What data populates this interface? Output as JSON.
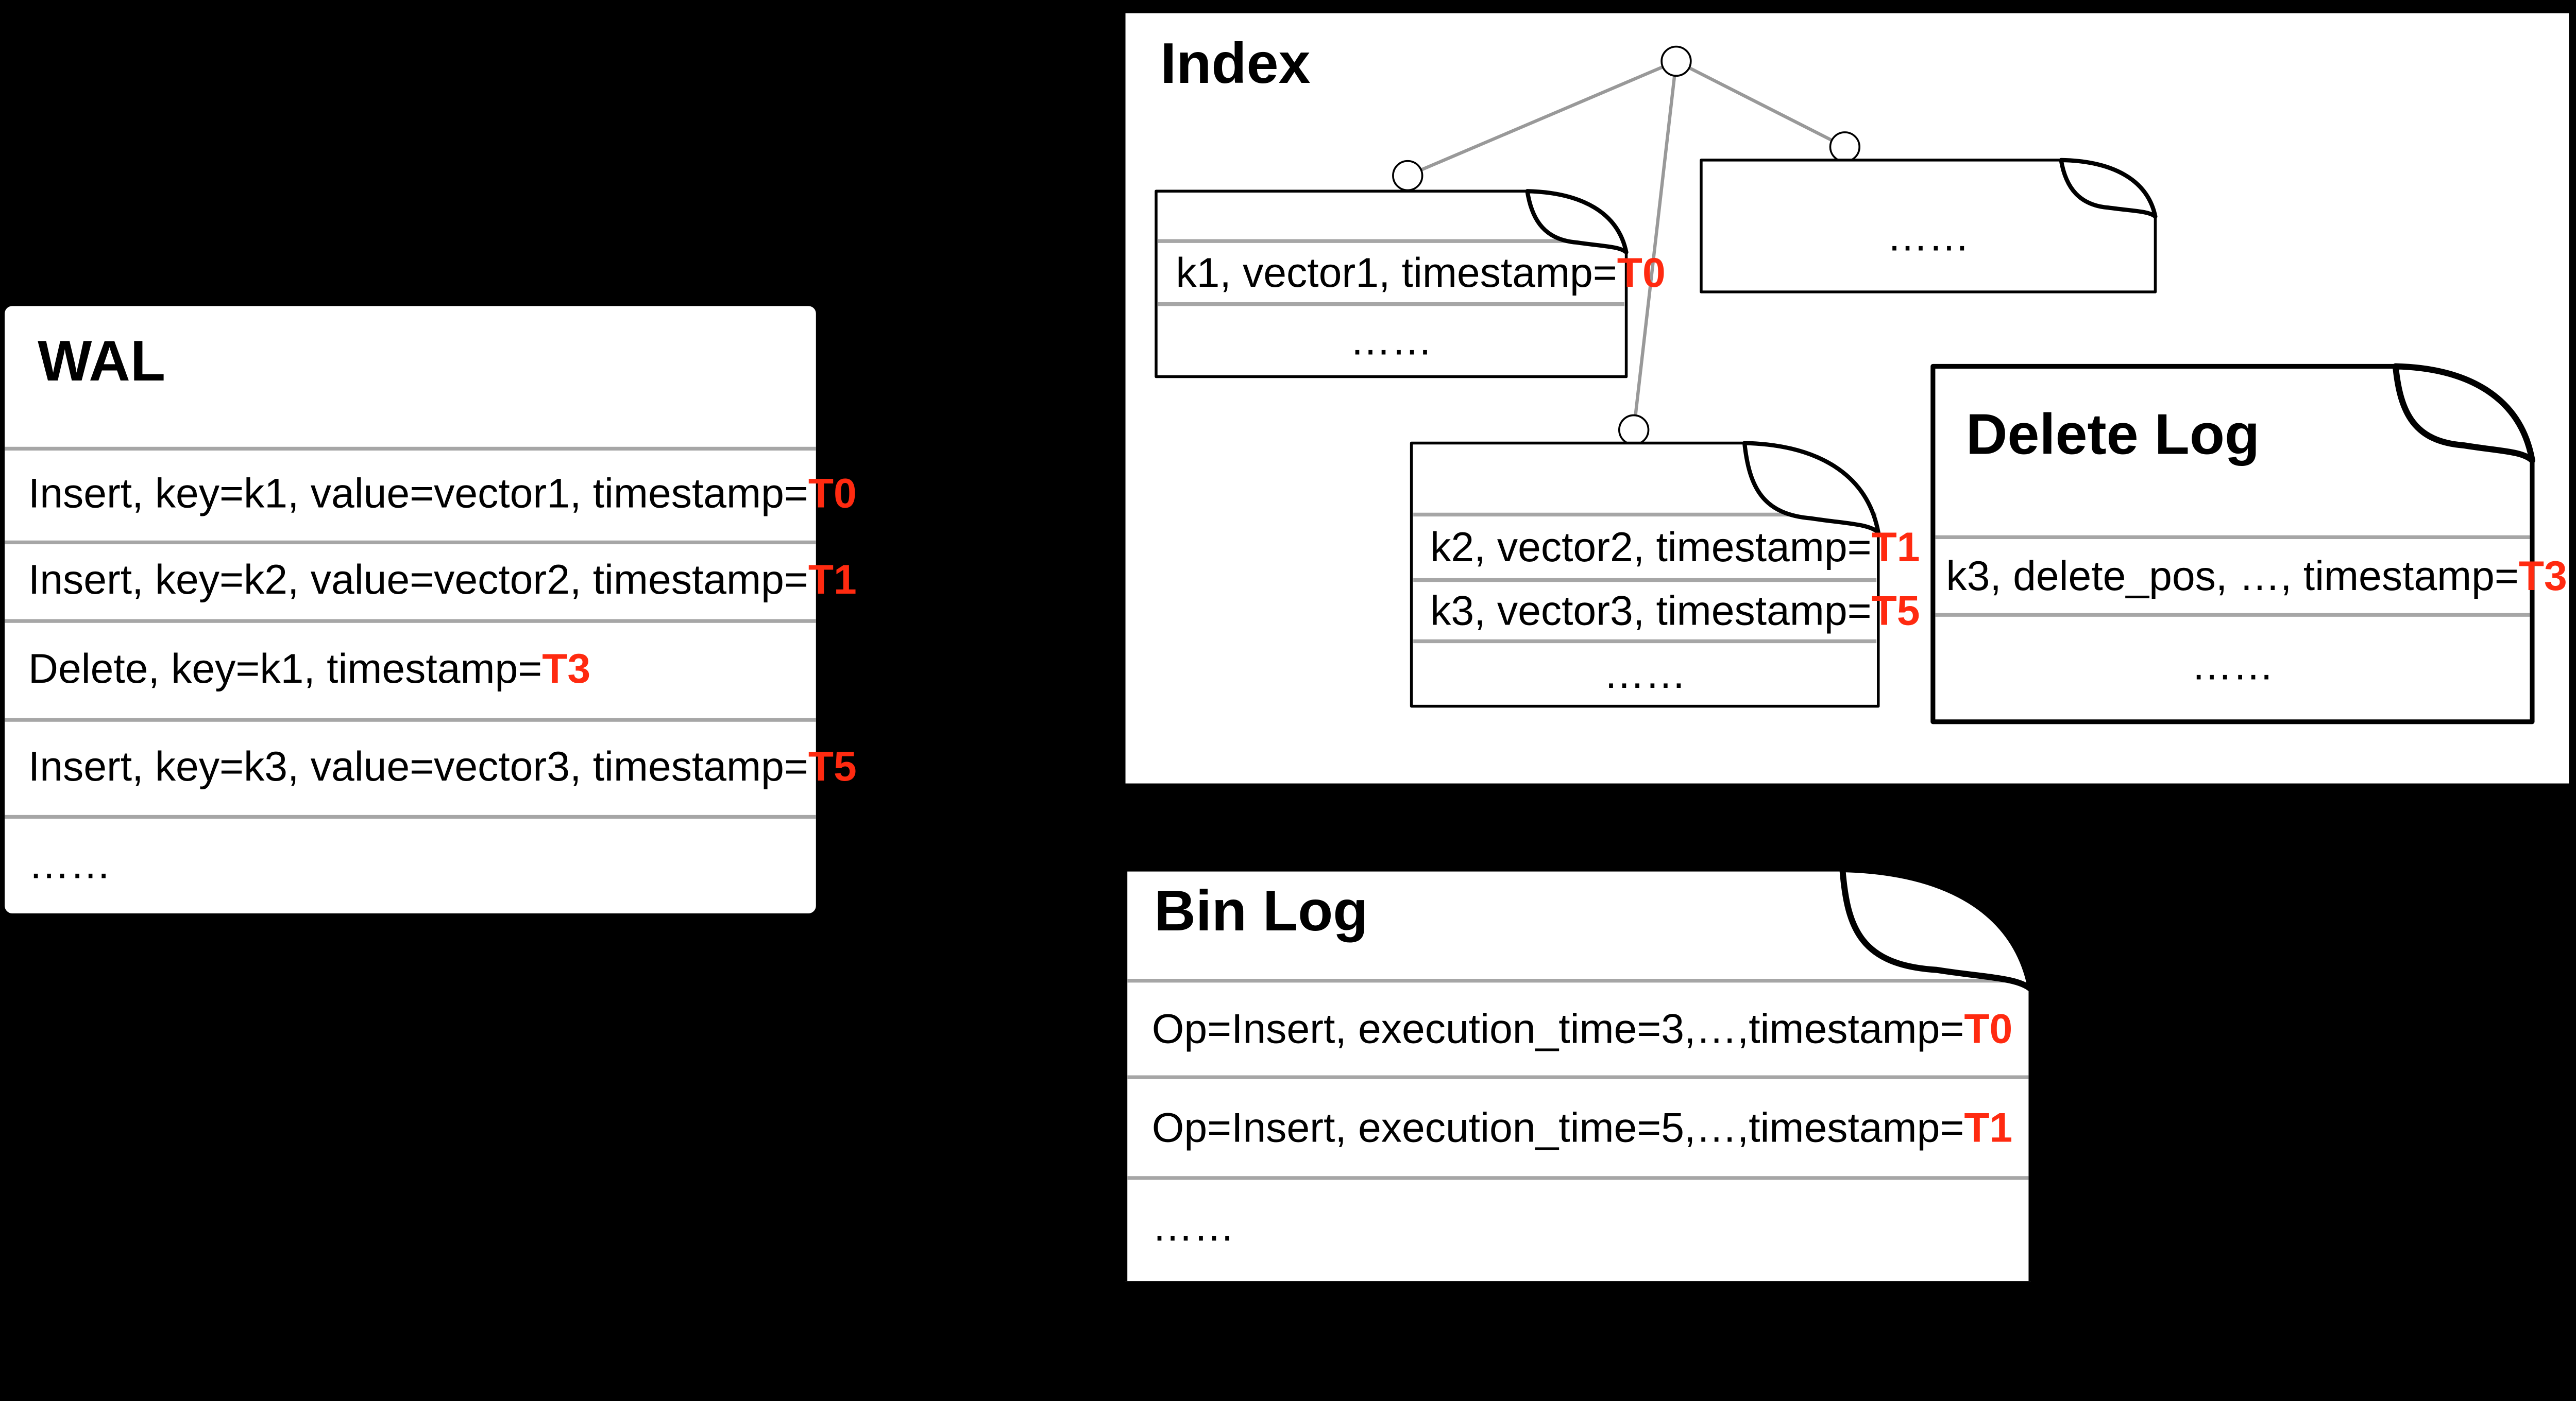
{
  "colors": {
    "background": "#000000",
    "panel": "#ffffff",
    "divider": "#a6a6a6",
    "tree_edge": "#999999",
    "accent": "#ff2a10",
    "ink": "#000000"
  },
  "wal": {
    "title": "WAL",
    "rows": [
      {
        "text": "Insert, key=k1, value=vector1, timestamp=",
        "stamp": "T0"
      },
      {
        "text": "Insert, key=k2, value=vector2, timestamp=",
        "stamp": "T1"
      },
      {
        "text": "Delete, key=k1, timestamp=",
        "stamp": "T3"
      },
      {
        "text": "Insert, key=k3, value=vector3, timestamp=",
        "stamp": "T5"
      },
      {
        "text": "……",
        "stamp": ""
      }
    ]
  },
  "index": {
    "title": "Index",
    "leaf_left": {
      "rows": [
        {
          "text": "k1, vector1, timestamp=",
          "stamp": "T0"
        },
        {
          "text": "……",
          "stamp": ""
        }
      ]
    },
    "leaf_right": {
      "rows": [
        {
          "text": "……",
          "stamp": ""
        }
      ]
    },
    "leaf_middle": {
      "rows": [
        {
          "text": "k2, vector2, timestamp=",
          "stamp": "T1"
        },
        {
          "text": "k3, vector3, timestamp=",
          "stamp": "T5"
        },
        {
          "text": "……",
          "stamp": ""
        }
      ]
    }
  },
  "delete_log": {
    "title": "Delete Log",
    "rows": [
      {
        "text": "k3, delete_pos, …, timestamp=",
        "stamp": "T3"
      },
      {
        "text": "……",
        "stamp": ""
      }
    ]
  },
  "bin_log": {
    "title": "Bin Log",
    "rows": [
      {
        "text": "Op=Insert, execution_time=3,…,timestamp=",
        "stamp": "T0"
      },
      {
        "text": "Op=Insert, execution_time=5,…,timestamp=",
        "stamp": "T1"
      },
      {
        "text": "……",
        "stamp": ""
      }
    ]
  }
}
